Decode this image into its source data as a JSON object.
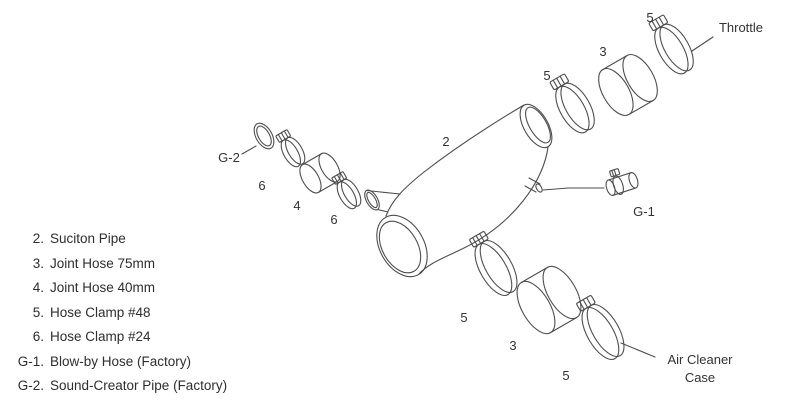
{
  "colors": {
    "background": "#ffffff",
    "line": "#4d4d4d",
    "text": "#333333"
  },
  "callouts": {
    "suction_pipe_num": "2",
    "joint_hose_75_num": "3",
    "joint_hose_40_num": "4",
    "hose_clamp_48_num": "5",
    "hose_clamp_24_num": "6",
    "blow_by_num": "G-1",
    "sound_creator_num": "G-2",
    "throttle": "Throttle",
    "air_cleaner_line1": "Air Cleaner",
    "air_cleaner_line2": "Case"
  },
  "legend": {
    "items": [
      {
        "num": "2.",
        "label": "Suciton Pipe"
      },
      {
        "num": "3.",
        "label": "Joint Hose 75mm"
      },
      {
        "num": "4.",
        "label": "Joint Hose 40mm"
      },
      {
        "num": "5.",
        "label": "Hose Clamp #48"
      },
      {
        "num": "6.",
        "label": "Hose Clamp #24"
      },
      {
        "num": "G-1.",
        "label": "Blow-by Hose (Factory)"
      },
      {
        "num": "G-2.",
        "label": "Sound-Creator Pipe (Factory)"
      }
    ]
  }
}
